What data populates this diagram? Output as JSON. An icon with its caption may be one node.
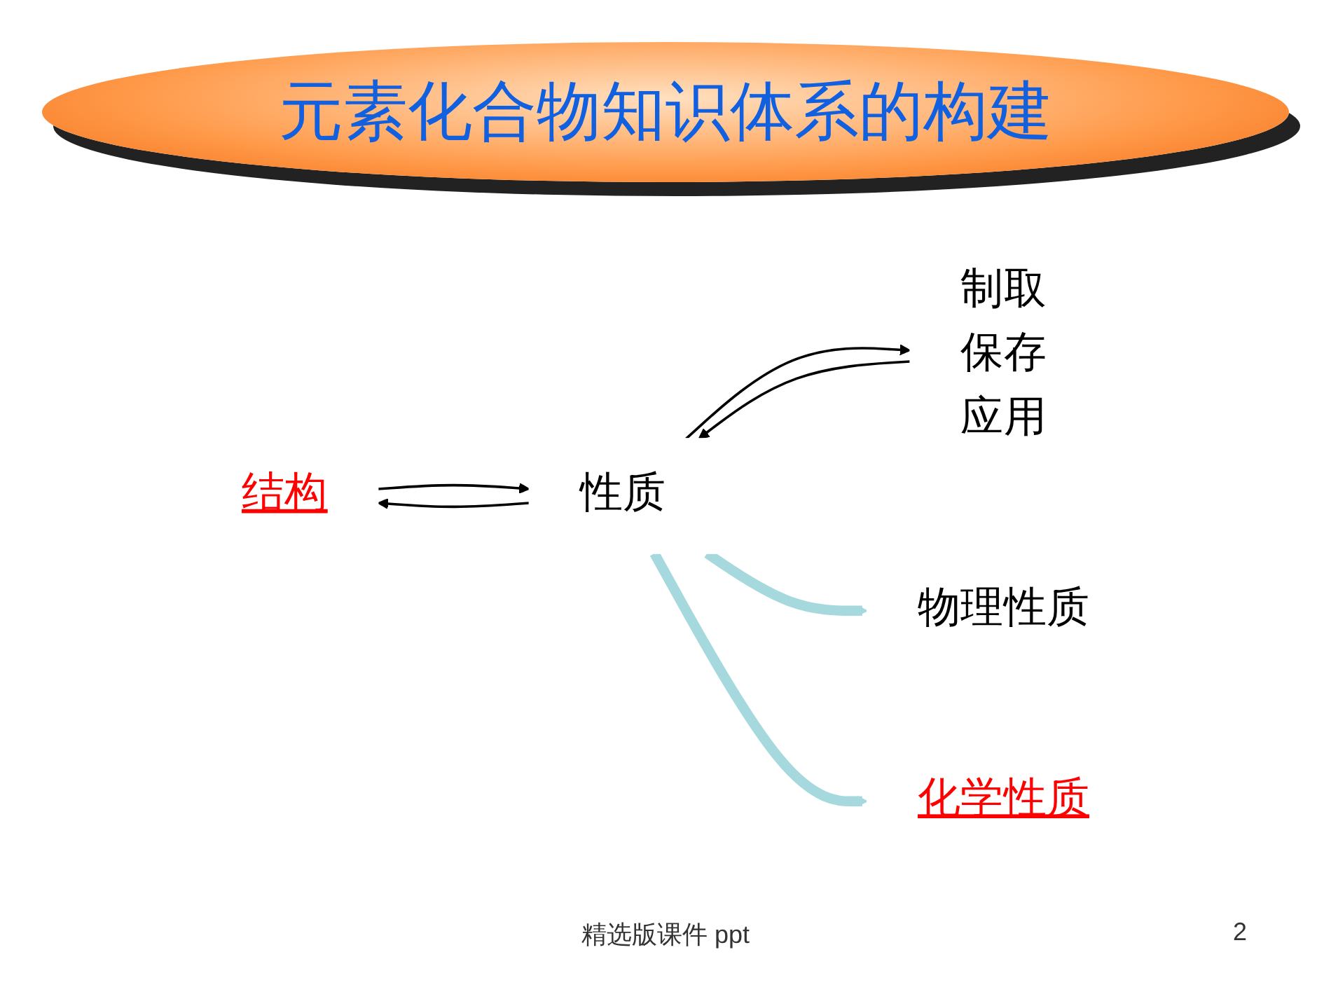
{
  "diagram": {
    "title": "元素化合物知识体系的构建",
    "nodes": [
      {
        "text": [
          "结构"
        ]
      },
      {
        "text": [
          "性质"
        ]
      },
      {
        "text": [
          "制取",
          "保存",
          "应用"
        ]
      },
      {
        "text": [
          "物理性质"
        ]
      },
      {
        "text": [
          "化学性质"
        ]
      }
    ],
    "edges": [
      {
        "from": 0,
        "to": 1,
        "arrow": "to"
      },
      {
        "from": 1,
        "to": 0,
        "arrow": "to"
      },
      {
        "from": 1,
        "to": 2,
        "arrow": "to"
      },
      {
        "from": 2,
        "to": 1,
        "arrow": "to"
      },
      {
        "from": 1,
        "to": 3,
        "arrow": "to",
        "style": "thick",
        "color": "#a6d9dd"
      },
      {
        "from": 1,
        "to": 4,
        "arrow": "to",
        "style": "thick",
        "color": "#a6d9dd"
      }
    ],
    "labels": [
      "精选版课件 ppt",
      "2"
    ]
  }
}
